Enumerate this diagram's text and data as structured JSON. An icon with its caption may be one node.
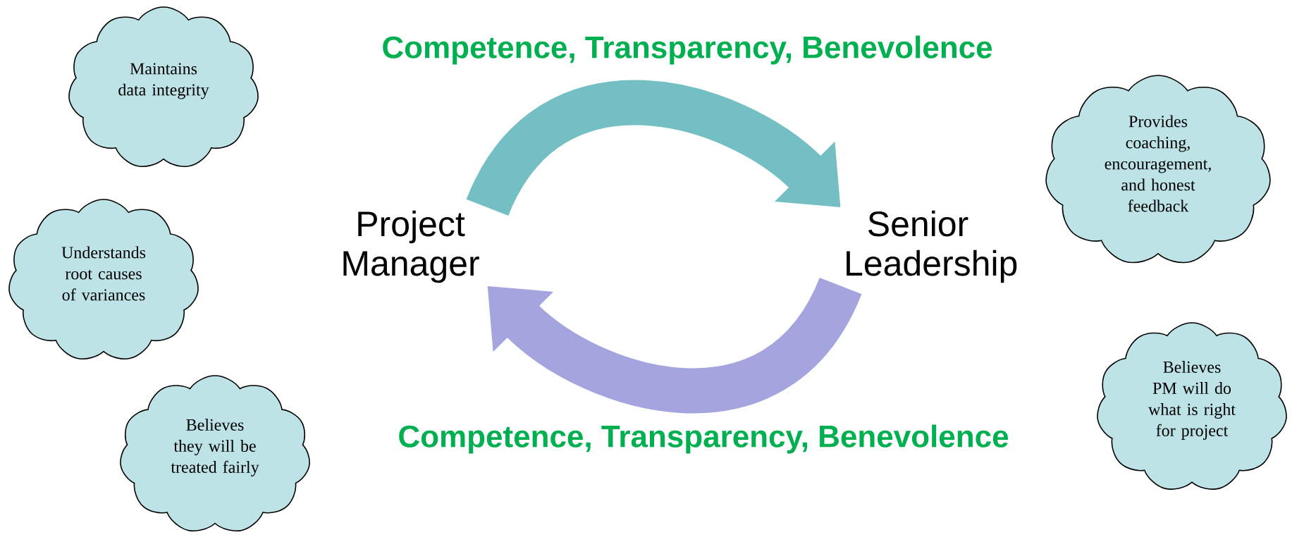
{
  "diagram": {
    "nodes": [
      {
        "text": [
          "Maintains data integrity"
        ]
      },
      {
        "text": [
          "Understands root causes of variances"
        ]
      },
      {
        "text": [
          "Believes they will be treated fairly"
        ]
      },
      {
        "text": [
          "Provides coaching, encouragement, and honest feedback"
        ]
      },
      {
        "text": [
          "Believes PM will do what is right for project"
        ]
      },
      {
        "text": [
          "Project Manager"
        ]
      },
      {
        "text": [
          "Senior Leadership"
        ]
      }
    ],
    "edges": [
      {
        "from": 5,
        "to": 6,
        "arrow": "to",
        "color": "#74bfc4",
        "label": "Competence, Transparency, Benevolence"
      },
      {
        "from": 6,
        "to": 5,
        "arrow": "to",
        "color": "#a4a4de",
        "label": "Competence, Transparency, Benevolence"
      }
    ]
  }
}
